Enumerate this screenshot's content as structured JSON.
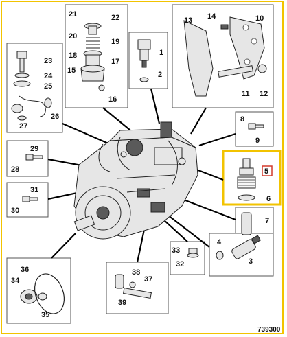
{
  "diagram_code": "739300",
  "colors": {
    "frame": "#f2c300",
    "highlight_box": "#f2c300",
    "highlight_label": "#d33a2c"
  },
  "callouts": {
    "c1": "1",
    "c2": "2",
    "c3": "3",
    "c4": "4",
    "c5": "5",
    "c6": "6",
    "c7": "7",
    "c8": "8",
    "c9": "9",
    "c10": "10",
    "c11": "11",
    "c12": "12",
    "c13": "13",
    "c14": "14",
    "c15": "15",
    "c16": "16",
    "c17": "17",
    "c18": "18",
    "c19": "19",
    "c20": "20",
    "c21": "21",
    "c22": "22",
    "c23": "23",
    "c24": "24",
    "c25": "25",
    "c26": "26",
    "c27": "27",
    "c28": "28",
    "c29": "29",
    "c30": "30",
    "c31": "31",
    "c32": "32",
    "c33": "33",
    "c34": "34",
    "c35": "35",
    "c36": "36",
    "c37": "37",
    "c38": "38",
    "c39": "39"
  },
  "highlighted_callout": "5"
}
